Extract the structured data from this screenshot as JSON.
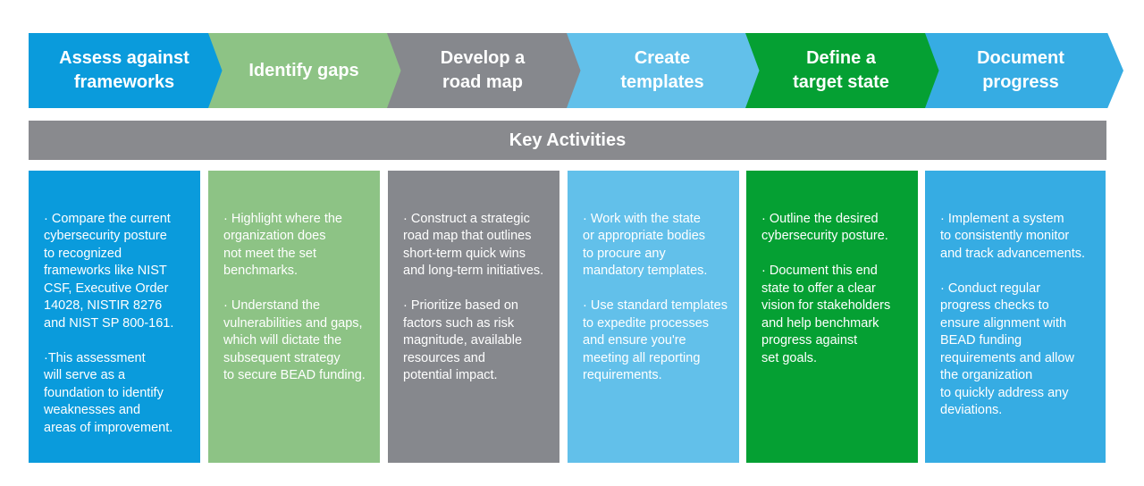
{
  "steps": [
    {
      "title": "Assess against\nframeworks",
      "color": "#0a9bdc",
      "bullets": [
        "· Compare the current\ncybersecurity posture\nto recognized\nframeworks like NIST\nCSF, Executive Order\n14028, NISTIR 8276\nand NIST SP 800-161.",
        "·This assessment\nwill serve as a\nfoundation to identify\nweaknesses and\nareas of improvement."
      ]
    },
    {
      "title": "Identify gaps",
      "color": "#8dc385",
      "bullets": [
        "· Highlight where the\norganization does\nnot meet the set\nbenchmarks.",
        "· Understand the\nvulnerabilities and gaps,\nwhich will dictate the\nsubsequent strategy\nto secure BEAD funding."
      ]
    },
    {
      "title": "Develop a\nroad map",
      "color": "#86888d",
      "bullets": [
        "· Construct a strategic\nroad map that outlines\nshort-term quick wins\nand long-term initiatives.",
        "· Prioritize based on\nfactors such as risk\nmagnitude, available\nresources and\npotential impact."
      ]
    },
    {
      "title": "Create\ntemplates",
      "color": "#62c0ea",
      "bullets": [
        "· Work with the state\nor appropriate bodies\nto procure any\nmandatory templates.",
        "· Use standard templates\nto expedite processes\nand ensure you're\nmeeting all reporting\nrequirements."
      ]
    },
    {
      "title": "Define a\ntarget state",
      "color": "#05a033",
      "bullets": [
        "· Outline the desired\ncybersecurity posture.",
        "· Document this end\nstate to offer a clear\nvision for stakeholders\nand help benchmark\nprogress against\nset goals."
      ]
    },
    {
      "title": "Document\nprogress",
      "color": "#36ace3",
      "bullets": [
        "· Implement a system\nto consistently monitor\nand track advancements.",
        "· Conduct regular\nprogress checks to\nensure alignment with\nBEAD funding\nrequirements and allow\nthe organization\nto quickly address any\ndeviations."
      ]
    }
  ],
  "key_activities_label": "Key Activities"
}
